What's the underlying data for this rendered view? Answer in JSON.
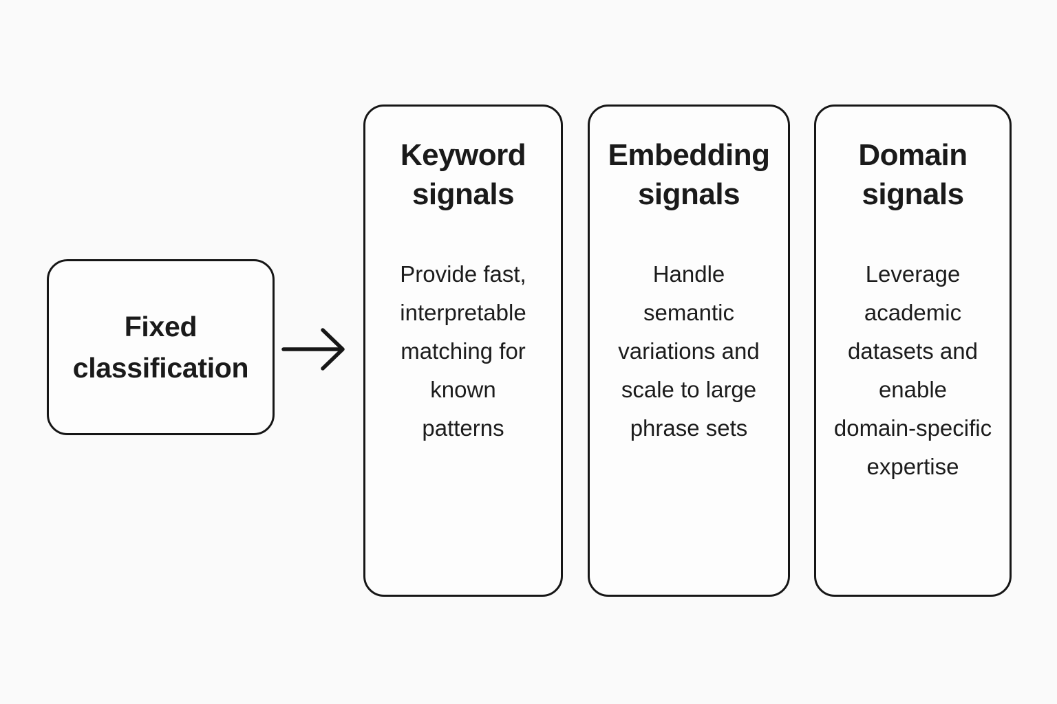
{
  "appearance": {
    "background_color": "#fafafa",
    "box_fill_color": "#fdfdfd",
    "border_color": "#161616",
    "text_color": "#1a1a1a"
  },
  "diagram": {
    "source": {
      "label": "Fixed classification",
      "label_lines": [
        "Fixed",
        "classification"
      ]
    },
    "arrow": {
      "direction": "right",
      "from": "Fixed classification",
      "to": "signal columns"
    },
    "columns": [
      {
        "title": "Keyword signals",
        "title_lines": [
          "Keyword",
          "signals"
        ],
        "body": "Provide fast, interpretable matching for known patterns",
        "body_lines": [
          "Provide fast,",
          "interpretable",
          "matching for",
          "known",
          "patterns"
        ]
      },
      {
        "title": "Embedding signals",
        "title_lines": [
          "Embedding",
          "signals"
        ],
        "body": "Handle semantic variations and scale to large phrase sets",
        "body_lines": [
          "Handle",
          "semantic",
          "variations and",
          "scale to large",
          "phrase sets"
        ]
      },
      {
        "title": "Domain signals",
        "title_lines": [
          "Domain",
          "signals"
        ],
        "body": "Leverage academic datasets and enable domain-specific expertise",
        "body_lines": [
          "Leverage",
          "academic",
          "datasets and",
          "enable",
          "domain-specific",
          "expertise"
        ]
      }
    ]
  }
}
